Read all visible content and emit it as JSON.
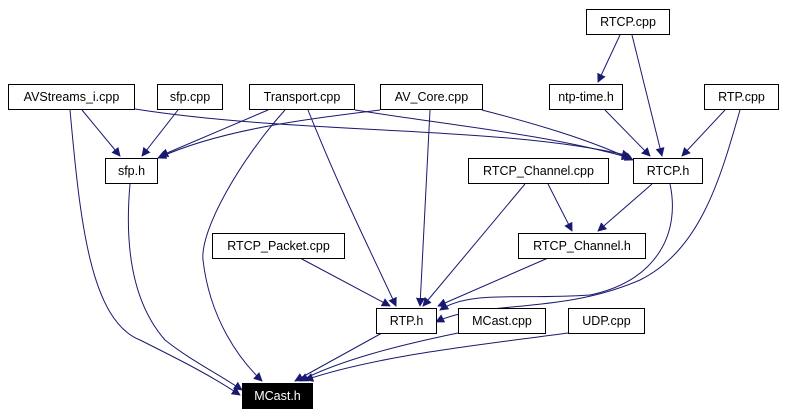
{
  "diagram": {
    "type": "include-dependency-graph",
    "edge_color": "#191970",
    "nodes": [
      {
        "id": "rtcp_cpp",
        "label": "RTCP.cpp"
      },
      {
        "id": "avstreams_i_cpp",
        "label": "AVStreams_i.cpp"
      },
      {
        "id": "sfp_cpp",
        "label": "sfp.cpp"
      },
      {
        "id": "transport_cpp",
        "label": "Transport.cpp"
      },
      {
        "id": "av_core_cpp",
        "label": "AV_Core.cpp"
      },
      {
        "id": "ntp_time_h",
        "label": "ntp-time.h"
      },
      {
        "id": "rtp_cpp",
        "label": "RTP.cpp"
      },
      {
        "id": "sfp_h",
        "label": "sfp.h"
      },
      {
        "id": "rtcp_channel_cpp",
        "label": "RTCP_Channel.cpp"
      },
      {
        "id": "rtcp_h",
        "label": "RTCP.h"
      },
      {
        "id": "rtcp_packet_cpp",
        "label": "RTCP_Packet.cpp"
      },
      {
        "id": "rtcp_channel_h",
        "label": "RTCP_Channel.h"
      },
      {
        "id": "rtp_h",
        "label": "RTP.h"
      },
      {
        "id": "mcast_cpp",
        "label": "MCast.cpp"
      },
      {
        "id": "udp_cpp",
        "label": "UDP.cpp"
      },
      {
        "id": "mcast_h",
        "label": "MCast.h",
        "highlighted": true
      }
    ],
    "edges": [
      {
        "from": "rtcp_cpp",
        "to": "ntp_time_h"
      },
      {
        "from": "rtcp_cpp",
        "to": "rtcp_h"
      },
      {
        "from": "ntp_time_h",
        "to": "rtcp_h"
      },
      {
        "from": "rtp_cpp",
        "to": "rtcp_h"
      },
      {
        "from": "rtp_cpp",
        "to": "rtp_h"
      },
      {
        "from": "avstreams_i_cpp",
        "to": "sfp_h"
      },
      {
        "from": "avstreams_i_cpp",
        "to": "rtcp_h"
      },
      {
        "from": "avstreams_i_cpp",
        "to": "mcast_h"
      },
      {
        "from": "sfp_cpp",
        "to": "sfp_h"
      },
      {
        "from": "transport_cpp",
        "to": "sfp_h"
      },
      {
        "from": "transport_cpp",
        "to": "rtcp_h"
      },
      {
        "from": "transport_cpp",
        "to": "rtp_h"
      },
      {
        "from": "transport_cpp",
        "to": "mcast_h"
      },
      {
        "from": "av_core_cpp",
        "to": "sfp_h"
      },
      {
        "from": "av_core_cpp",
        "to": "rtcp_h"
      },
      {
        "from": "av_core_cpp",
        "to": "rtp_h"
      },
      {
        "from": "sfp_h",
        "to": "mcast_h"
      },
      {
        "from": "rtcp_channel_cpp",
        "to": "rtcp_channel_h"
      },
      {
        "from": "rtcp_channel_cpp",
        "to": "rtp_h"
      },
      {
        "from": "rtcp_h",
        "to": "rtcp_channel_h"
      },
      {
        "from": "rtcp_h",
        "to": "rtp_h"
      },
      {
        "from": "rtcp_packet_cpp",
        "to": "rtp_h"
      },
      {
        "from": "rtcp_channel_h",
        "to": "rtp_h"
      },
      {
        "from": "rtp_h",
        "to": "mcast_h"
      },
      {
        "from": "mcast_cpp",
        "to": "mcast_h"
      },
      {
        "from": "udp_cpp",
        "to": "mcast_h"
      }
    ]
  }
}
